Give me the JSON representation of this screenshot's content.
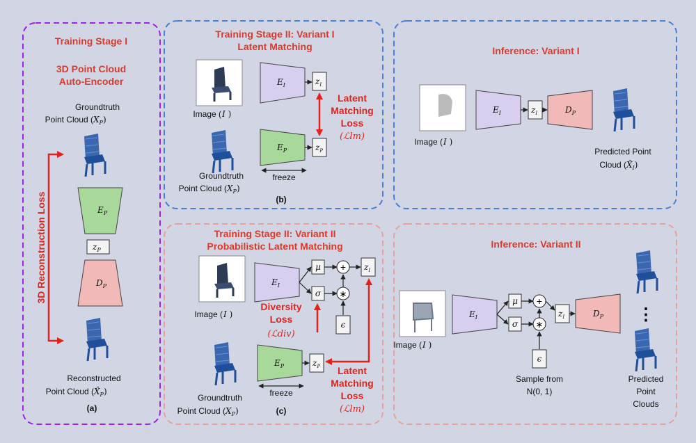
{
  "stage1": {
    "title_1": "Training Stage I",
    "title_2": "3D Point Cloud",
    "title_3": "Auto-Encoder",
    "gt_label_1": "Groundtruth",
    "gt_label_2": "Point Cloud (",
    "gt_sym": "X",
    "gt_sub": "P",
    "loss_label": "3D Reconstruction Loss",
    "encoder": "E",
    "encoder_sub": "P",
    "latent": "z",
    "latent_sub": "P",
    "decoder": "D",
    "decoder_sub": "P",
    "recon_label_1": "Reconstructed",
    "recon_label_2": "Point Cloud (",
    "recon_sym": "X̂",
    "recon_sub": "P",
    "panel_label": "(a)"
  },
  "stage2a": {
    "title_1": "Training Stage II: Variant I",
    "title_2": "Latent Matching",
    "image_label": "Image (",
    "image_sym": "I",
    "enc_img": "E",
    "enc_img_sub": "I",
    "z_img": "z",
    "z_img_sub": "I",
    "enc_pc": "E",
    "enc_pc_sub": "P",
    "z_pc": "z",
    "z_pc_sub": "P",
    "loss_1": "Latent",
    "loss_2": "Matching",
    "loss_3": "Loss",
    "loss_sym": "(ℒlm)",
    "freeze": "freeze",
    "gt_label_1": "Groundtruth",
    "gt_label_2": "Point Cloud (",
    "gt_sym": "X",
    "gt_sub": "P",
    "panel_label": "(b)"
  },
  "inf1": {
    "title": "Inference: Variant I",
    "image_label": "Image (",
    "image_sym": "I",
    "enc": "E",
    "enc_sub": "I",
    "z": "z",
    "z_sub": "I",
    "dec": "D",
    "dec_sub": "P",
    "pred_1": "Predicted Point",
    "pred_2": "Cloud (",
    "pred_sym": "X̂",
    "pred_sub": "I"
  },
  "stage2b": {
    "title_1": "Training Stage II: Variant II",
    "title_2": "Probabilistic Latent Matching",
    "image_label": "Image (",
    "image_sym": "I",
    "enc_img": "E",
    "enc_img_sub": "I",
    "mu": "μ",
    "sigma": "σ",
    "plus": "+",
    "times": "∗",
    "eps": "ϵ",
    "z_img": "z",
    "z_img_sub": "I",
    "div_1": "Diversity",
    "div_2": "Loss",
    "div_sym": "(ℒdiv)",
    "enc_pc": "E",
    "enc_pc_sub": "P",
    "z_pc": "z",
    "z_pc_sub": "P",
    "freeze": "freeze",
    "loss_1": "Latent",
    "loss_2": "Matching",
    "loss_3": "Loss",
    "loss_sym": "(ℒlm)",
    "gt_label_1": "Groundtruth",
    "gt_label_2": "Point Cloud (",
    "gt_sym": "X",
    "gt_sub": "P",
    "panel_label": "(c)"
  },
  "inf2": {
    "title": "Inference: Variant II",
    "image_label": "Image (",
    "image_sym": "I",
    "enc": "E",
    "enc_sub": "I",
    "mu": "μ",
    "sigma": "σ",
    "plus": "+",
    "times": "∗",
    "eps": "ϵ",
    "z": "z",
    "z_sub": "I",
    "dec": "D",
    "dec_sub": "P",
    "sample_1": "Sample from",
    "sample_2": "N(0, 1)",
    "dots": "⋮",
    "pred_1": "Predicted",
    "pred_2": "Point",
    "pred_3": "Clouds"
  },
  "colors": {
    "purple_border": "#a020f0",
    "blue_border": "#4a7fd6",
    "pink_border": "#e8a09a",
    "title_red": "#d93a2b",
    "arrow_red": "#e2231a",
    "encoder_fill": "#d8cff0",
    "pc_encoder_fill": "#a8d89a",
    "decoder_fill": "#f2b9b9",
    "chair_blue": "#1f4f9a"
  }
}
